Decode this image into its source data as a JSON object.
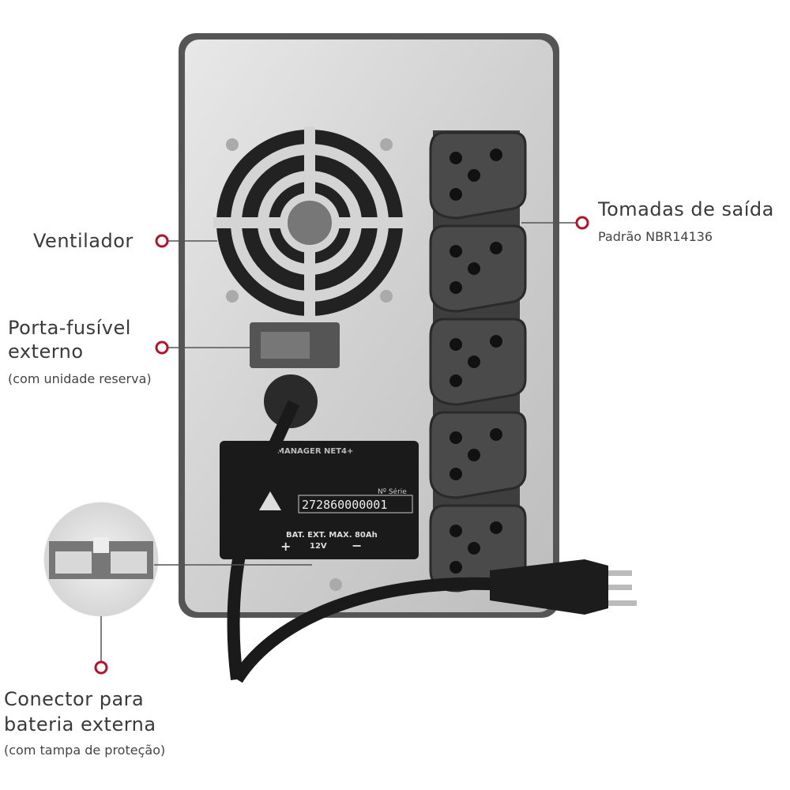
{
  "callouts": {
    "fan": {
      "label": "Ventilador"
    },
    "fuse": {
      "label_line1": "Porta-fusível",
      "label_line2": "externo",
      "note": "(com unidade reserva)"
    },
    "outlets": {
      "label": "Tomadas de saída",
      "note": "Padrão NBR14136"
    },
    "battery": {
      "label_line1": "Conector para",
      "label_line2": "bateria externa",
      "note": "(com tampa de proteção)"
    }
  },
  "nameplate": {
    "model": "MANAGER NET4+",
    "serial_label": "Nº Série",
    "serial": "272860000001",
    "battery_spec": "BAT. EXT. MAX. 80Ah",
    "voltage": "12V",
    "plus": "+",
    "minus": "−"
  },
  "colors": {
    "accent": "#b5132b",
    "body": "#d9d9d9",
    "outlet": "#4a4a4a"
  }
}
